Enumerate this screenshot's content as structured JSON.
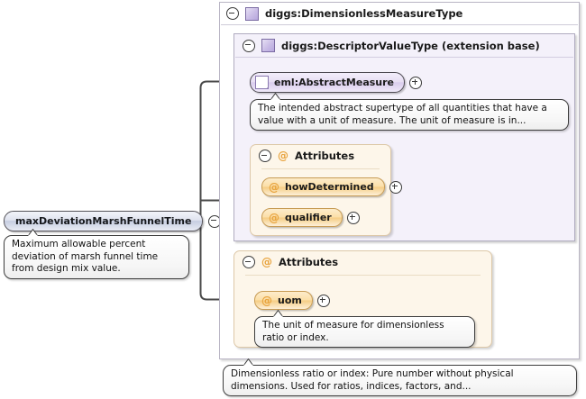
{
  "diagram": {
    "kind": "xsd-schema-diagram",
    "root_element": {
      "name": "maxDeviationMarshFunnelTime",
      "toggle_icon": "minus-circle-icon",
      "annotation": "Maximum allowable percent deviation of marsh funnel time from design mix value."
    },
    "outer_type": {
      "label": "diggs:DimensionlessMeasureType",
      "icon": "complex-type-icon",
      "toggle_icon": "minus-circle-icon",
      "annotation": "Dimensionless ratio or index: Pure number without physical dimensions. Used for ratios, indices, factors, and..."
    },
    "inner_type": {
      "label": "diggs:DescriptorValueType (extension base)",
      "icon": "complex-type-icon",
      "toggle_icon": "minus-circle-icon"
    },
    "abstract_element": {
      "label": "eml:AbstractMeasure",
      "icon": "abstract-element-icon",
      "expand_icon": "plus-circle-icon",
      "annotation": "The intended abstract supertype of all quantities that have a value with a unit of measure. The unit of measure is in..."
    },
    "attribute_groups": [
      {
        "label": "Attributes",
        "icon": "at-icon",
        "toggle_icon": "minus-circle-icon",
        "attributes": [
          {
            "name": "howDetermined",
            "icon": "at-icon",
            "expand_icon": "plus-circle-icon"
          },
          {
            "name": "qualifier",
            "icon": "at-icon",
            "expand_icon": "plus-circle-icon"
          }
        ]
      },
      {
        "label": "Attributes",
        "icon": "at-icon",
        "toggle_icon": "minus-circle-icon",
        "attributes": [
          {
            "name": "uom",
            "icon": "at-icon",
            "expand_icon": "plus-circle-icon",
            "annotation": "The unit of measure for dimensionless ratio or index."
          }
        ]
      }
    ],
    "colors": {
      "background": "#ffffff",
      "type_border": "#b9b5c4",
      "subtype_background": "#f4f1fa",
      "attribute_background": "#fdf6ea",
      "attribute_accent": "#e8a33d",
      "element_accent": "#c6cde1",
      "connector": "#4a4a4a"
    }
  }
}
